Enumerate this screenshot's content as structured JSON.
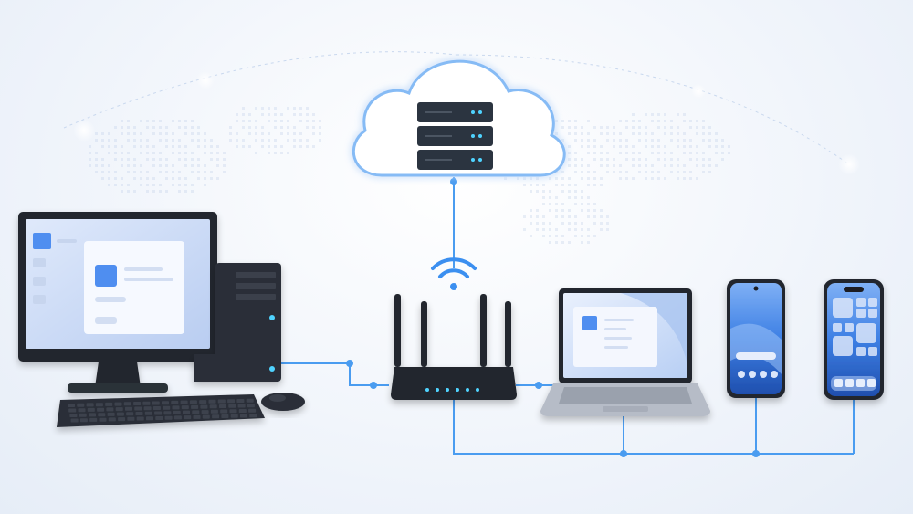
{
  "colors": {
    "background": "#eef3fa",
    "accent_blue": "#3b8ff0",
    "connection_line": "#4a9cf0",
    "device_dark": "#23272e",
    "screen_blue": "#4f8ef0",
    "cloud_fill": "#ffffff",
    "cloud_glow": "#9cc8f7",
    "status_led": "#4fd3ff"
  },
  "nodes": [
    {
      "id": "cloud-server",
      "icon": "server-rack-icon",
      "container": "cloud-icon"
    },
    {
      "id": "router",
      "icon": "router-icon",
      "signal": "wifi-icon"
    },
    {
      "id": "desktop-pc",
      "icon": "desktop-monitor-icon",
      "peripherals": [
        "tower-icon",
        "keyboard-icon",
        "mouse-icon"
      ]
    },
    {
      "id": "laptop",
      "icon": "laptop-icon"
    },
    {
      "id": "smartphone-1",
      "icon": "android-phone-icon"
    },
    {
      "id": "smartphone-2",
      "icon": "iphone-icon"
    }
  ],
  "edges": [
    {
      "from": "cloud-server",
      "to": "router",
      "style": "solid"
    },
    {
      "from": "desktop-pc",
      "to": "router",
      "style": "solid"
    },
    {
      "from": "router",
      "to": "laptop",
      "style": "solid"
    },
    {
      "from": "router",
      "to": "smartphone-1",
      "style": "solid"
    },
    {
      "from": "router",
      "to": "smartphone-2",
      "style": "solid"
    }
  ]
}
